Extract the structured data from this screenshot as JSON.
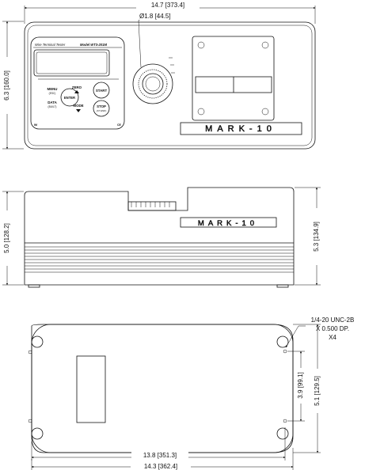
{
  "dimensions": {
    "top_width": "14.7 [373.4]",
    "top_height": "6.3 [160.0]",
    "knob_diameter": "Ø1.8 [44.5]",
    "side_height_left": "5.0 [128.2]",
    "side_height_right": "5.3 [134.9]",
    "bottom_inner_width": "13.8 [351.3]",
    "bottom_outer_width": "14.3 [362.4]",
    "bottom_inner_height": "3.9 [99.1]",
    "bottom_outer_height": "5.1 [129.5]"
  },
  "callout": {
    "line1": "1/4-20 UNC-2B",
    "line2": "X 0.500 DP.",
    "line3": "X4"
  },
  "panel": {
    "header": "Wire Terminal Tester",
    "model": "Model WT3-201M",
    "menu": "MENU",
    "menu_sub": "(ESC)",
    "zero": "ZERO",
    "enter": "ENTER",
    "data": "DATA",
    "data_sub": "(BUILT)",
    "mode": "MODE",
    "start": "START",
    "stop": "STOP",
    "stop_sub": "(AT END)",
    "brand": "MARK-10"
  }
}
